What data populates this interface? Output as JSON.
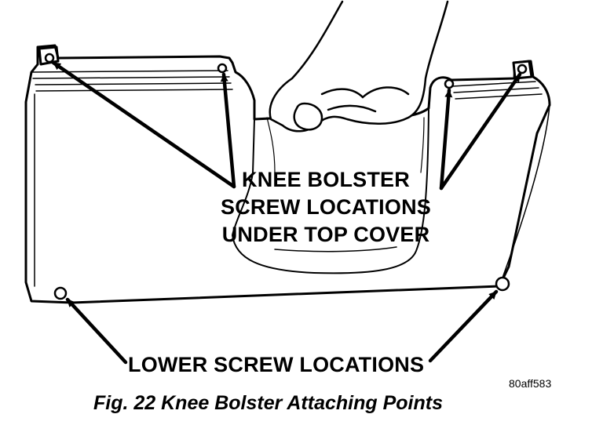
{
  "labels": {
    "upper_line1": "KNEE BOLSTER",
    "upper_line2": "SCREW LOCATIONS",
    "upper_line3": "UNDER TOP COVER",
    "lower": "LOWER SCREW LOCATIONS"
  },
  "figure_ref": "80aff583",
  "caption": "Fig. 22 Knee Bolster Attaching Points",
  "colors": {
    "ink": "#000000",
    "paper": "#ffffff"
  }
}
